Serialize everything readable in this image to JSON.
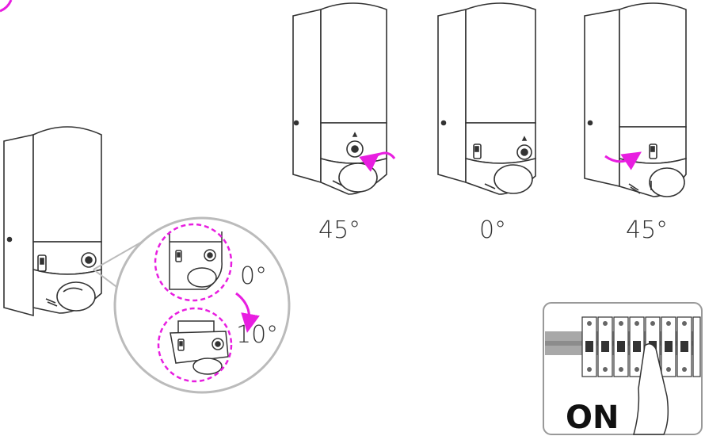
{
  "colors": {
    "line": "#333333",
    "accent": "#e81ee0",
    "body": "#ffffff",
    "frame": "#999999",
    "rail": "#a8a8a8"
  },
  "rotation_labels": {
    "left": "45°",
    "center": "0°",
    "right": "45°"
  },
  "tilt_labels": {
    "upper": "0°",
    "lower": "10°"
  },
  "breaker_panel": {
    "label": "ON"
  },
  "icons": [
    "rotate-arrow-icon",
    "tilt-arrow-icon",
    "finger-press-icon",
    "step-badge-icon"
  ]
}
